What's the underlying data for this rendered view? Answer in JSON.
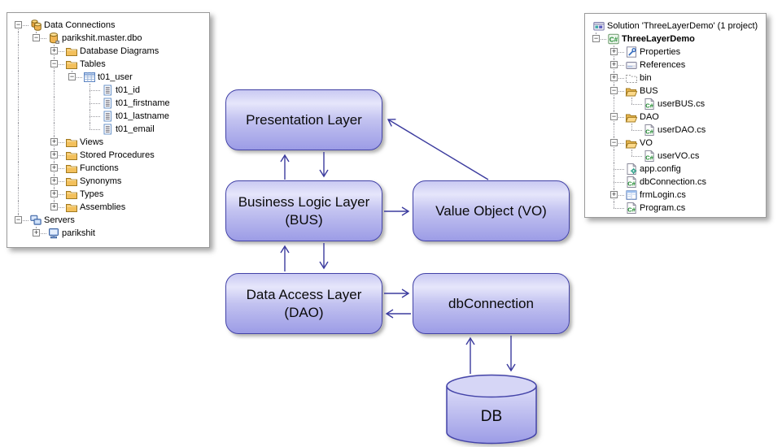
{
  "colors": {
    "box_border": "#4343a8",
    "box_fill_top": "#e6e6fb",
    "box_fill_bottom": "#9c9ce6",
    "arrow": "#3b3b9e",
    "panel_border": "#9a9a9a",
    "folder": "#f3c05c"
  },
  "database_explorer": {
    "items": [
      {
        "depth": 0,
        "expander": "minus",
        "icon": "data-connections",
        "label": "Data Connections"
      },
      {
        "depth": 1,
        "expander": "minus",
        "icon": "database",
        "label": "parikshit.master.dbo"
      },
      {
        "depth": 2,
        "expander": "plus",
        "icon": "folder",
        "label": "Database Diagrams"
      },
      {
        "depth": 2,
        "expander": "minus",
        "icon": "folder",
        "label": "Tables"
      },
      {
        "depth": 3,
        "expander": "minus",
        "icon": "table",
        "label": "t01_user"
      },
      {
        "depth": 4,
        "expander": "",
        "icon": "column",
        "label": "t01_id"
      },
      {
        "depth": 4,
        "expander": "",
        "icon": "column",
        "label": "t01_firstname"
      },
      {
        "depth": 4,
        "expander": "",
        "icon": "column",
        "label": "t01_lastname"
      },
      {
        "depth": 4,
        "expander": "",
        "icon": "column",
        "label": "t01_email"
      },
      {
        "depth": 2,
        "expander": "plus",
        "icon": "folder",
        "label": "Views"
      },
      {
        "depth": 2,
        "expander": "plus",
        "icon": "folder",
        "label": "Stored Procedures"
      },
      {
        "depth": 2,
        "expander": "plus",
        "icon": "folder",
        "label": "Functions"
      },
      {
        "depth": 2,
        "expander": "plus",
        "icon": "folder",
        "label": "Synonyms"
      },
      {
        "depth": 2,
        "expander": "plus",
        "icon": "folder",
        "label": "Types"
      },
      {
        "depth": 2,
        "expander": "plus",
        "icon": "folder",
        "label": "Assemblies"
      },
      {
        "depth": 0,
        "expander": "minus",
        "icon": "servers",
        "label": "Servers"
      },
      {
        "depth": 1,
        "expander": "plus",
        "icon": "server",
        "label": "parikshit"
      }
    ]
  },
  "solution_explorer": {
    "items": [
      {
        "depth": 0,
        "expander": "none",
        "icon": "solution",
        "label": "Solution 'ThreeLayerDemo' (1 project)"
      },
      {
        "depth": 0,
        "expander": "minus",
        "icon": "csproj",
        "label": "ThreeLayerDemo",
        "bold": true
      },
      {
        "depth": 1,
        "expander": "plus",
        "icon": "properties",
        "label": "Properties"
      },
      {
        "depth": 1,
        "expander": "plus",
        "icon": "references",
        "label": "References"
      },
      {
        "depth": 1,
        "expander": "plus",
        "icon": "bin-folder",
        "label": "bin"
      },
      {
        "depth": 1,
        "expander": "minus",
        "icon": "open-folder",
        "label": "BUS"
      },
      {
        "depth": 2,
        "expander": "",
        "icon": "cs-file",
        "label": "userBUS.cs"
      },
      {
        "depth": 1,
        "expander": "minus",
        "icon": "open-folder",
        "label": "DAO"
      },
      {
        "depth": 2,
        "expander": "",
        "icon": "cs-file",
        "label": "userDAO.cs"
      },
      {
        "depth": 1,
        "expander": "minus",
        "icon": "open-folder",
        "label": "VO"
      },
      {
        "depth": 2,
        "expander": "",
        "icon": "cs-file",
        "label": "userVO.cs"
      },
      {
        "depth": 1,
        "expander": "",
        "icon": "config-file",
        "label": "app.config"
      },
      {
        "depth": 1,
        "expander": "",
        "icon": "cs-file",
        "label": "dbConnection.cs"
      },
      {
        "depth": 1,
        "expander": "plus",
        "icon": "form-file",
        "label": "frmLogin.cs"
      },
      {
        "depth": 1,
        "expander": "",
        "icon": "cs-file",
        "label": "Program.cs"
      }
    ]
  },
  "diagram": {
    "boxes": [
      {
        "id": "presentation-layer",
        "label": "Presentation Layer"
      },
      {
        "id": "business-logic-layer",
        "label": "Business Logic Layer (BUS)"
      },
      {
        "id": "value-object",
        "label": "Value Object (VO)"
      },
      {
        "id": "data-access-layer",
        "label": "Data Access Layer (DAO)"
      },
      {
        "id": "db-connection",
        "label": "dbConnection"
      }
    ],
    "database": {
      "label": "DB"
    },
    "arrows": [
      {
        "name": "bus-to-presentation",
        "from": "business-logic-layer",
        "to": "presentation-layer"
      },
      {
        "name": "presentation-to-bus",
        "from": "presentation-layer",
        "to": "business-logic-layer"
      },
      {
        "name": "bus-to-value-object",
        "from": "business-logic-layer",
        "to": "value-object"
      },
      {
        "name": "value-object-to-presentation",
        "from": "value-object",
        "to": "presentation-layer"
      },
      {
        "name": "dao-to-bus",
        "from": "data-access-layer",
        "to": "business-logic-layer"
      },
      {
        "name": "bus-to-dao",
        "from": "business-logic-layer",
        "to": "data-access-layer"
      },
      {
        "name": "dao-to-dbconnection",
        "from": "data-access-layer",
        "to": "db-connection"
      },
      {
        "name": "dbconnection-to-dao",
        "from": "db-connection",
        "to": "data-access-layer"
      },
      {
        "name": "db-to-dbconnection",
        "from": "db",
        "to": "db-connection"
      },
      {
        "name": "dbconnection-to-db",
        "from": "db-connection",
        "to": "db"
      }
    ]
  }
}
